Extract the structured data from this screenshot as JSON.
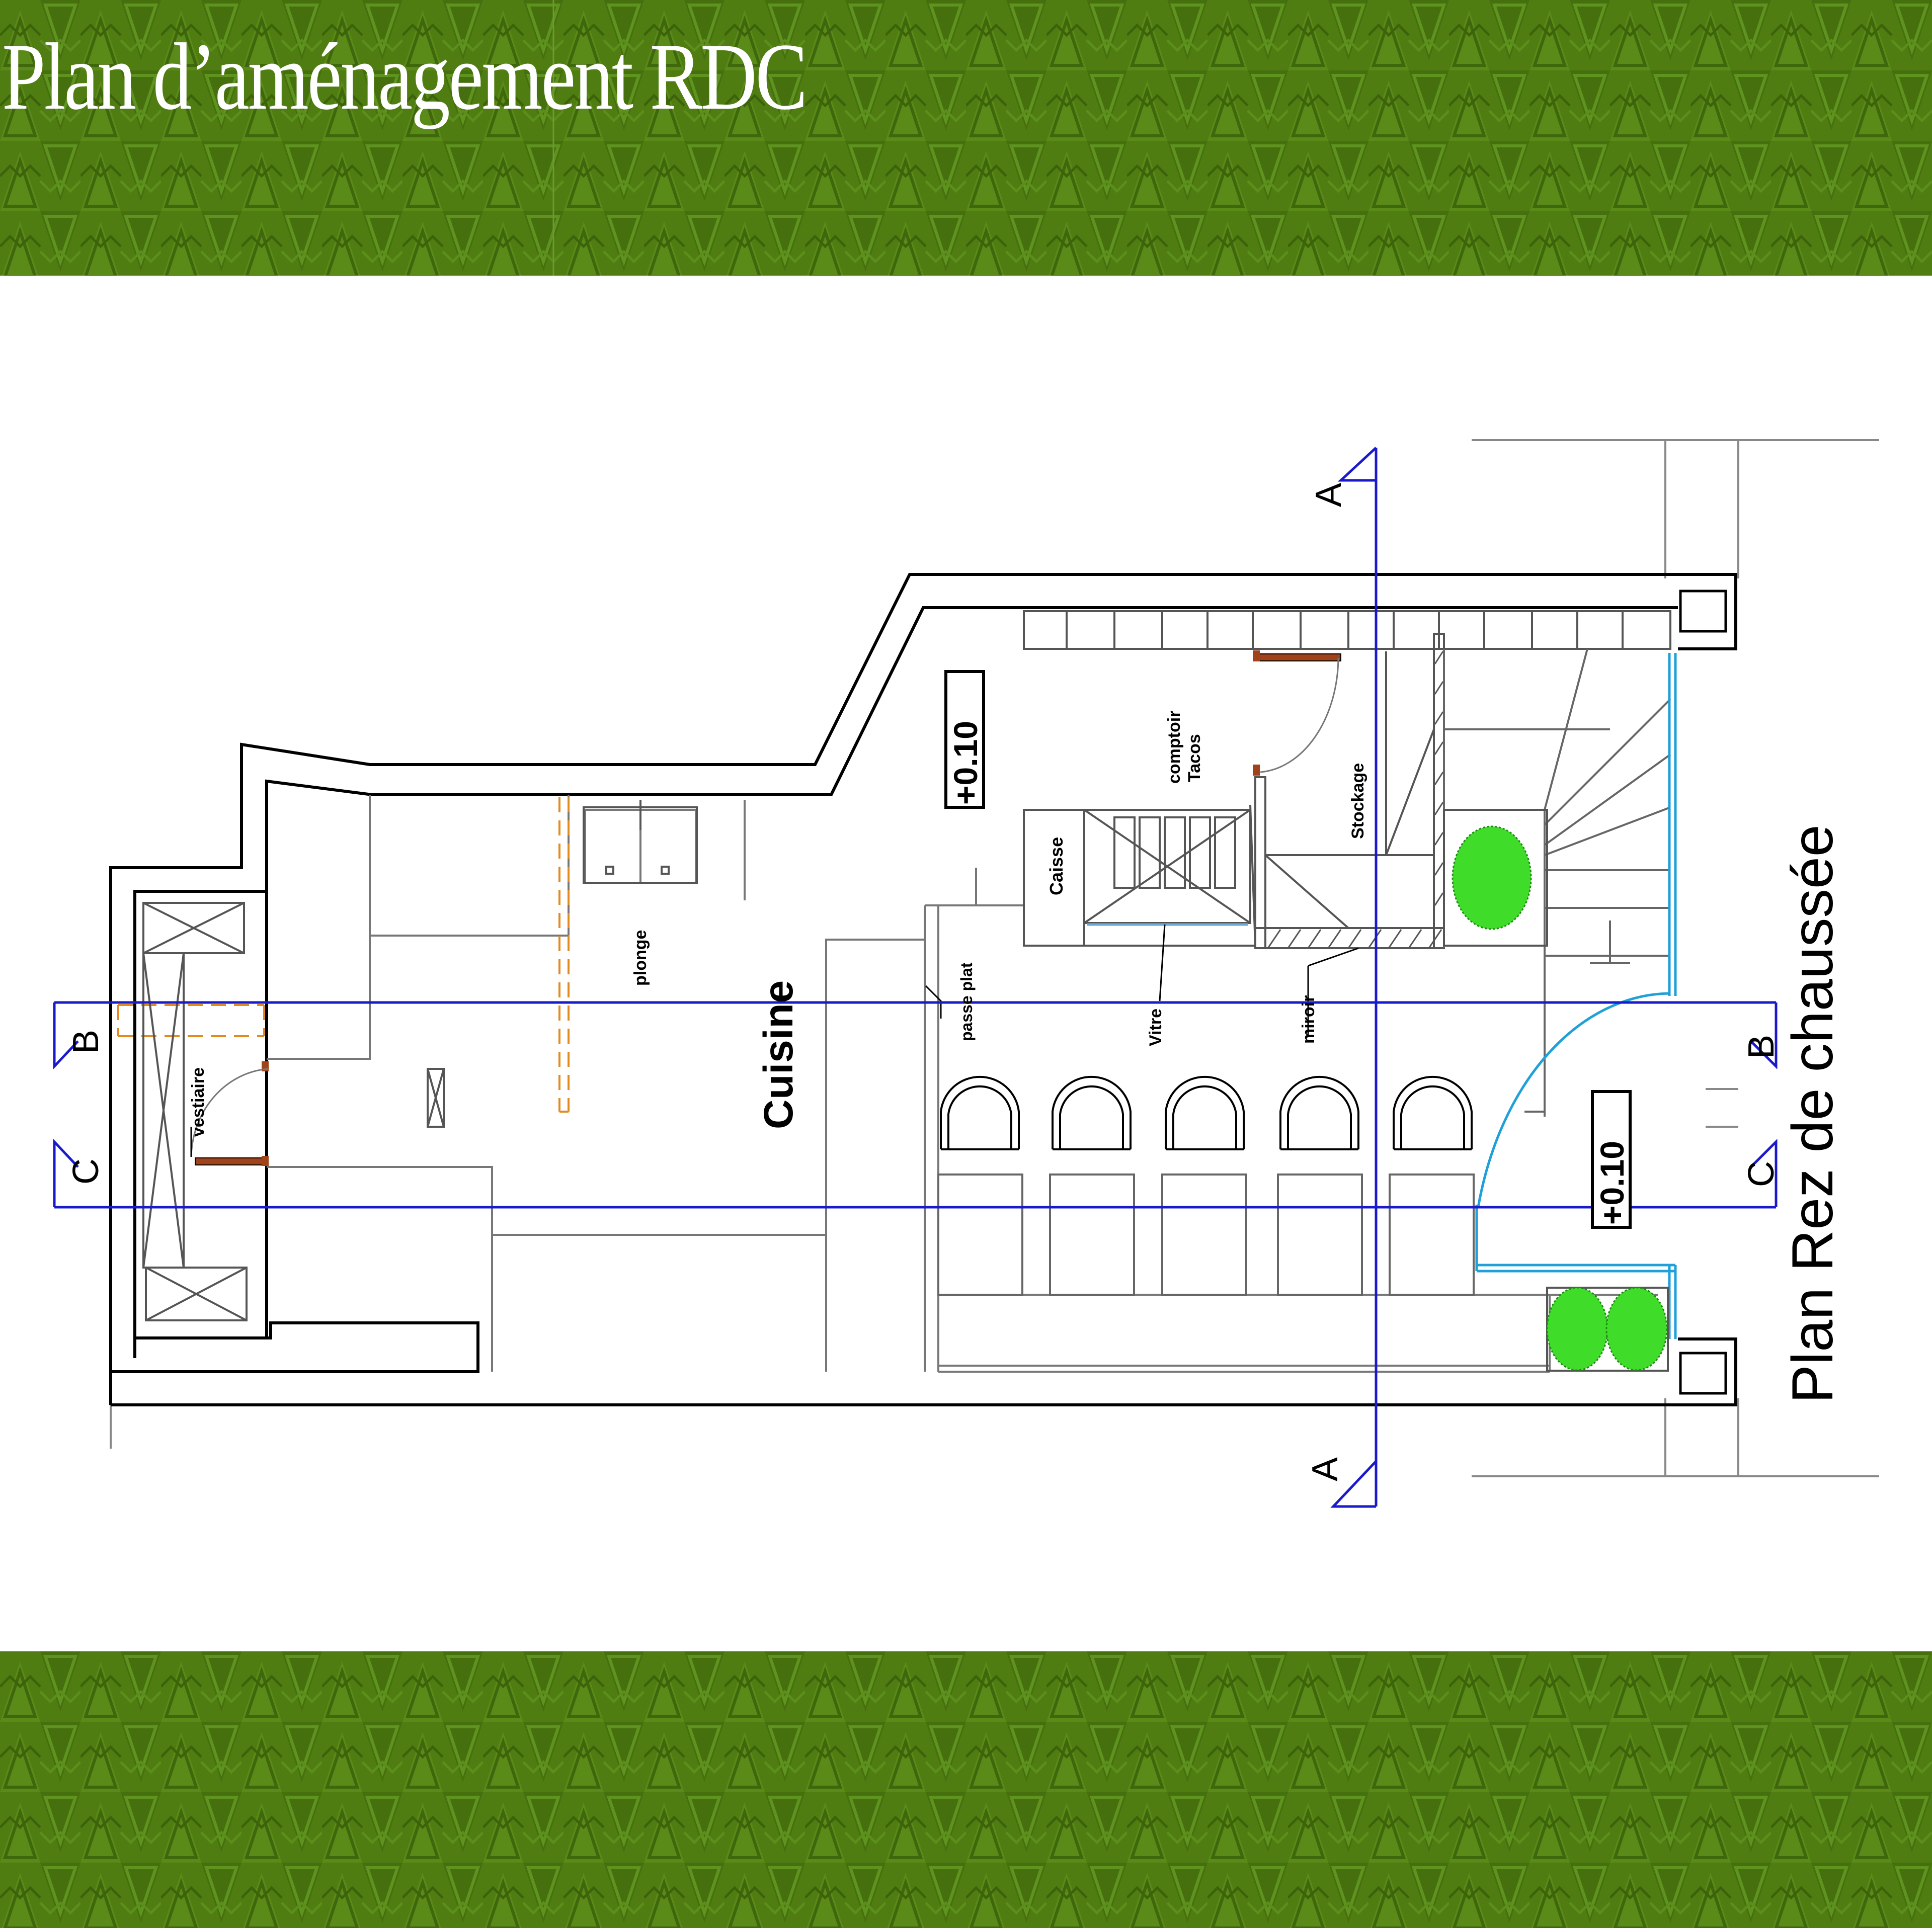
{
  "header": {
    "title": "Plan d’aménagement RDC"
  },
  "plan": {
    "heading": "Plan  Rez de chaussée",
    "rooms": {
      "kitchen": "Cuisine"
    },
    "labels": {
      "plonge": "plonge",
      "vestiaire": "vestiaire",
      "passe_plat": "passe plat",
      "caisse": "Caisse",
      "comptoir": "comptoir",
      "tacos": "Tacos",
      "stockage": "Stockage",
      "vitre": "Vitre",
      "miroir": "miroir"
    },
    "levels": {
      "interior": "+0.10",
      "entrance": "+0.10"
    },
    "sections": {
      "a_top": "A",
      "a_bottom": "A",
      "b_left": "B",
      "b_right": "B",
      "c_left": "C",
      "c_right": "C"
    }
  },
  "colors": {
    "band_green": "#4f7d12",
    "section_line": "#1a1acd",
    "door": "#a0421a",
    "glass": "#1fa0d8",
    "plant": "#3fdc2a",
    "hidden_line": "#e08a20"
  }
}
